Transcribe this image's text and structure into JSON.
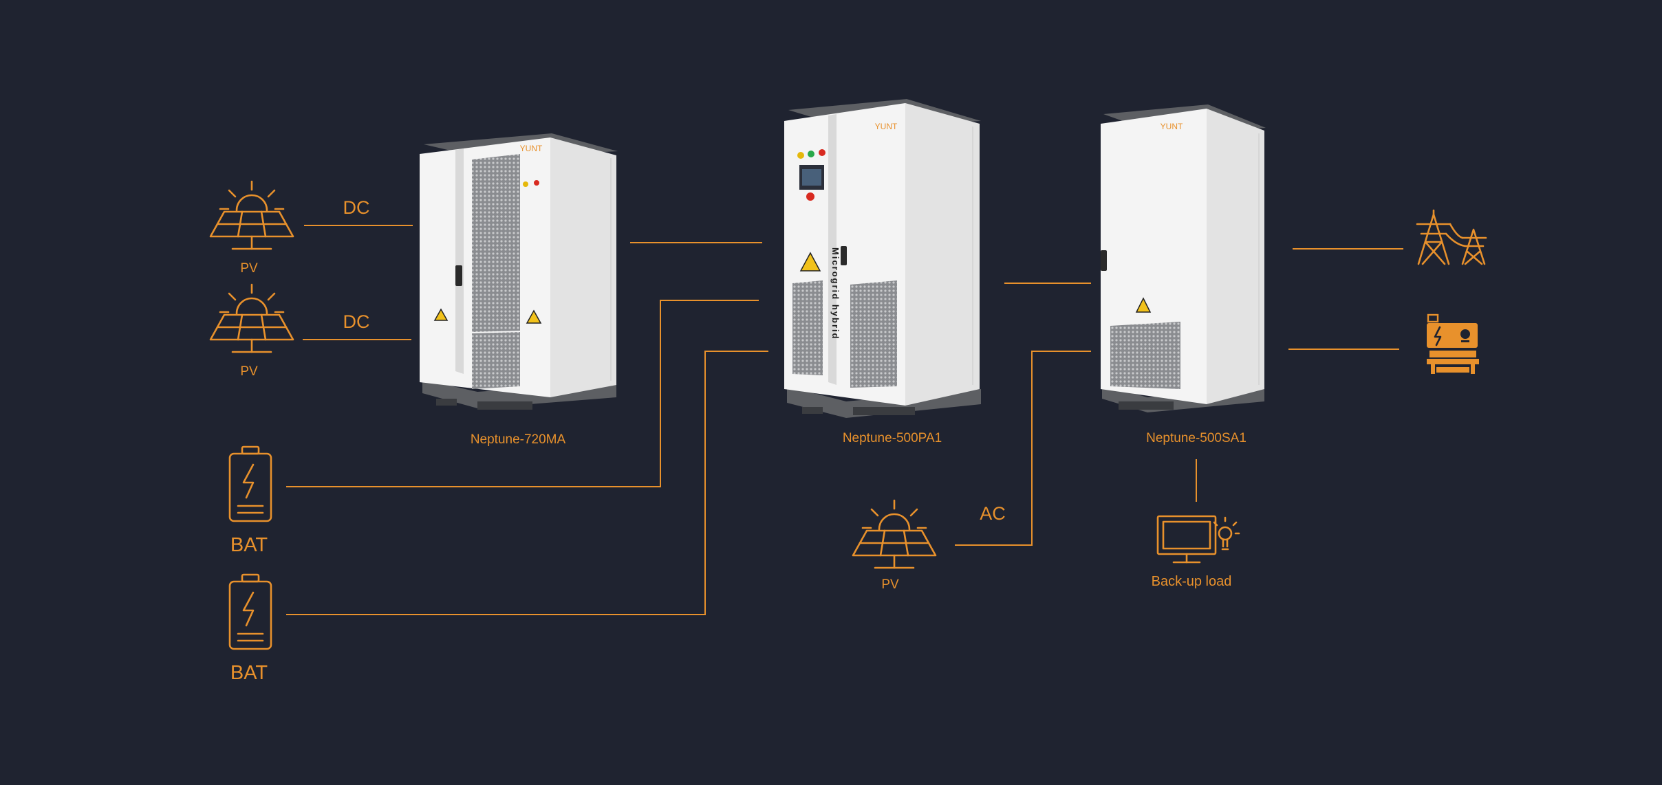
{
  "colors": {
    "background": "#1f2330",
    "accent": "#e8912c",
    "cabinet_body": "#f4f4f4",
    "cabinet_side": "#e3e3e3",
    "cabinet_trim": "#5d5f63"
  },
  "nodes": {
    "pv_top": {
      "label": "PV",
      "icon": "solar-panel-icon"
    },
    "pv_middle": {
      "label": "PV",
      "icon": "solar-panel-icon"
    },
    "pv_bottom": {
      "label": "PV",
      "icon": "solar-panel-icon"
    },
    "bat_top": {
      "label": "BAT",
      "icon": "battery-icon"
    },
    "bat_bottom": {
      "label": "BAT",
      "icon": "battery-icon"
    },
    "grid": {
      "icon": "power-tower-icon"
    },
    "generator": {
      "icon": "generator-icon"
    },
    "backup_load": {
      "label": "Back-up load",
      "icon": "monitor-lightbulb-icon"
    }
  },
  "connections": {
    "dc_top": "DC",
    "dc_bottom": "DC",
    "ac": "AC"
  },
  "cabinets": {
    "converter": {
      "name": "Neptune-720MA",
      "brand": "YUNT"
    },
    "pcs": {
      "name": "Neptune-500PA1",
      "brand": "YUNT",
      "side_text": "Microgrid hybrid"
    },
    "sts": {
      "name": "Neptune-500SA1",
      "brand": "YUNT"
    }
  }
}
